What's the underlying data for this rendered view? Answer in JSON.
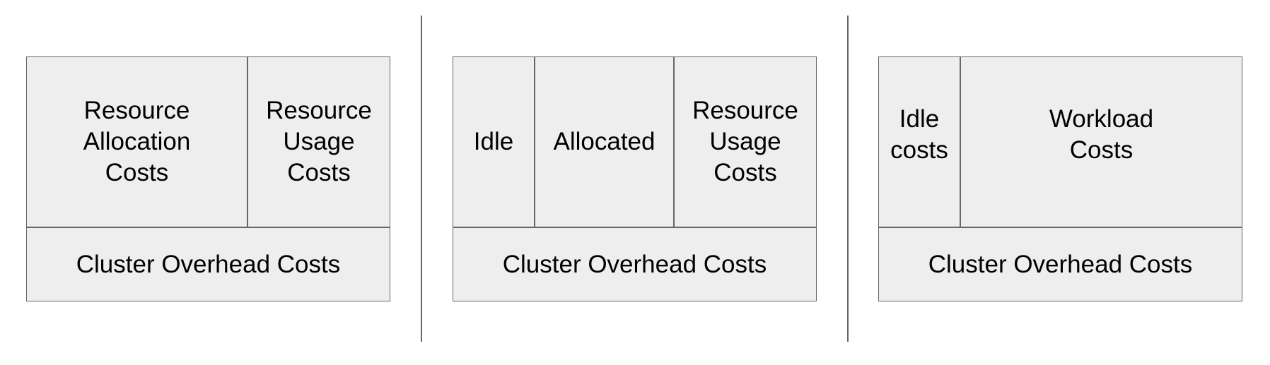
{
  "panels": [
    {
      "top_cells": [
        "Resource\nAllocation\nCosts",
        "Resource\nUsage\nCosts"
      ],
      "bottom": "Cluster Overhead Costs"
    },
    {
      "top_cells": [
        "Idle",
        "Allocated",
        "Resource\nUsage\nCosts"
      ],
      "bottom": "Cluster Overhead Costs"
    },
    {
      "top_cells": [
        "Idle\ncosts",
        "Workload\nCosts"
      ],
      "bottom": "Cluster Overhead Costs"
    }
  ],
  "colors": {
    "fill": "#eeeeee",
    "stroke": "#666666",
    "text": "#000000"
  }
}
